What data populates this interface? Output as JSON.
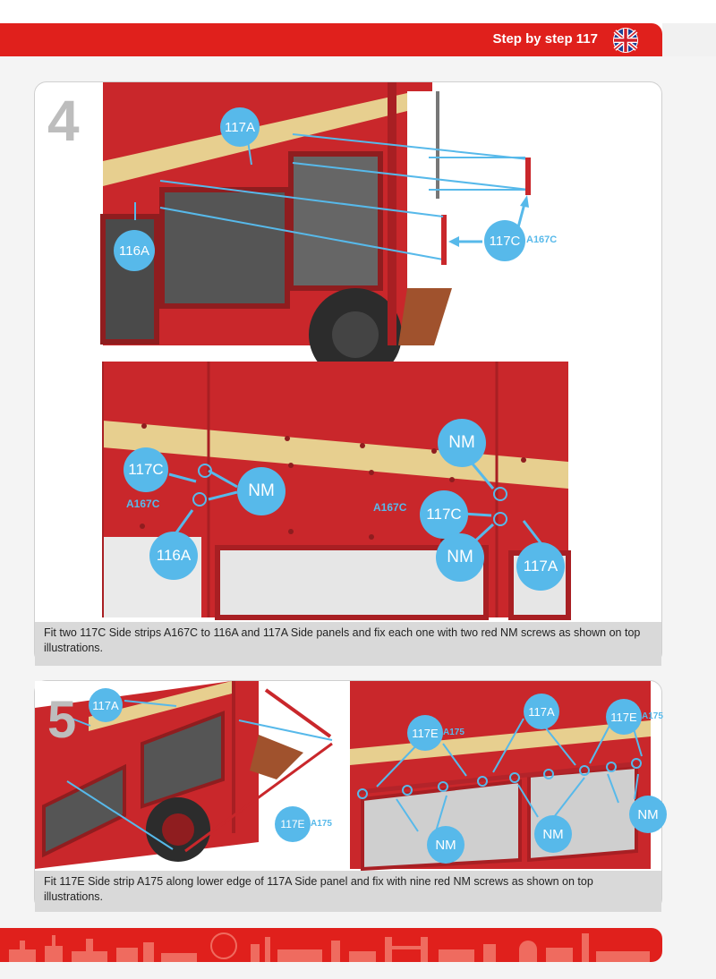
{
  "header": {
    "title": "Step by step 117",
    "flag_icon": "uk-flag-icon",
    "color": "#e0201c"
  },
  "step4": {
    "number": "4",
    "top": {
      "callouts": [
        "117A",
        "116A",
        "117C"
      ],
      "code": "A167C"
    },
    "bottom": {
      "callouts": [
        "117C",
        "NM",
        "116A",
        "NM",
        "117C",
        "NM",
        "117A"
      ],
      "codes": [
        "A167C",
        "A167C"
      ]
    },
    "caption": "Fit two 117C Side strips A167C to 116A and 117A Side panels and fix each one with two red NM screws as shown on top illustrations."
  },
  "step5": {
    "number": "5",
    "left": {
      "callouts": [
        "117A",
        "117E"
      ],
      "code": "A175"
    },
    "right": {
      "callouts": [
        "117A",
        "117E",
        "117E",
        "NM",
        "NM",
        "NM"
      ],
      "codes": [
        "A175",
        "A175"
      ]
    },
    "caption": "Fit 117E Side strip A175 along lower edge of 117A Side panel and fix with nine red NM screws as shown on top illustrations."
  },
  "colors": {
    "accent": "#e0201c",
    "callout": "#57b9ea",
    "bus_red": "#c9272b",
    "strip_cream": "#e7cf8f"
  },
  "footer": {
    "skyline_icon": "london-skyline-icon"
  }
}
